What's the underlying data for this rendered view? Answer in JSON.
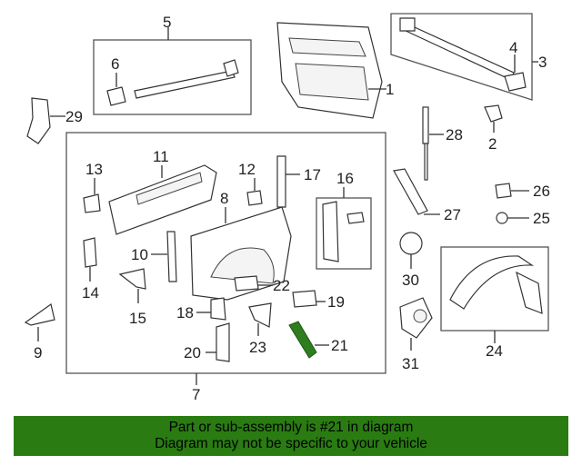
{
  "diagram": {
    "callouts": [
      {
        "id": "c1",
        "label": "1"
      },
      {
        "id": "c2",
        "label": "2"
      },
      {
        "id": "c3",
        "label": "3"
      },
      {
        "id": "c4",
        "label": "4"
      },
      {
        "id": "c5",
        "label": "5"
      },
      {
        "id": "c6",
        "label": "6"
      },
      {
        "id": "c7",
        "label": "7"
      },
      {
        "id": "c8",
        "label": "8"
      },
      {
        "id": "c9",
        "label": "9"
      },
      {
        "id": "c10",
        "label": "10"
      },
      {
        "id": "c11",
        "label": "11"
      },
      {
        "id": "c12",
        "label": "12"
      },
      {
        "id": "c13",
        "label": "13"
      },
      {
        "id": "c14",
        "label": "14"
      },
      {
        "id": "c15",
        "label": "15"
      },
      {
        "id": "c16",
        "label": "16"
      },
      {
        "id": "c17",
        "label": "17"
      },
      {
        "id": "c18",
        "label": "18"
      },
      {
        "id": "c19",
        "label": "19"
      },
      {
        "id": "c20",
        "label": "20"
      },
      {
        "id": "c21",
        "label": "21"
      },
      {
        "id": "c22",
        "label": "22"
      },
      {
        "id": "c23",
        "label": "23"
      },
      {
        "id": "c24",
        "label": "24"
      },
      {
        "id": "c25",
        "label": "25"
      },
      {
        "id": "c26",
        "label": "26"
      },
      {
        "id": "c27",
        "label": "27"
      },
      {
        "id": "c28",
        "label": "28"
      },
      {
        "id": "c29",
        "label": "29"
      },
      {
        "id": "c30",
        "label": "30"
      },
      {
        "id": "c31",
        "label": "31"
      }
    ],
    "highlight_color": "#2e7d1f"
  },
  "banner": {
    "line1": "Part or sub-assembly is #21 in diagram",
    "line2": "Diagram may not be specific to your vehicle",
    "background": "#2a7c12"
  }
}
